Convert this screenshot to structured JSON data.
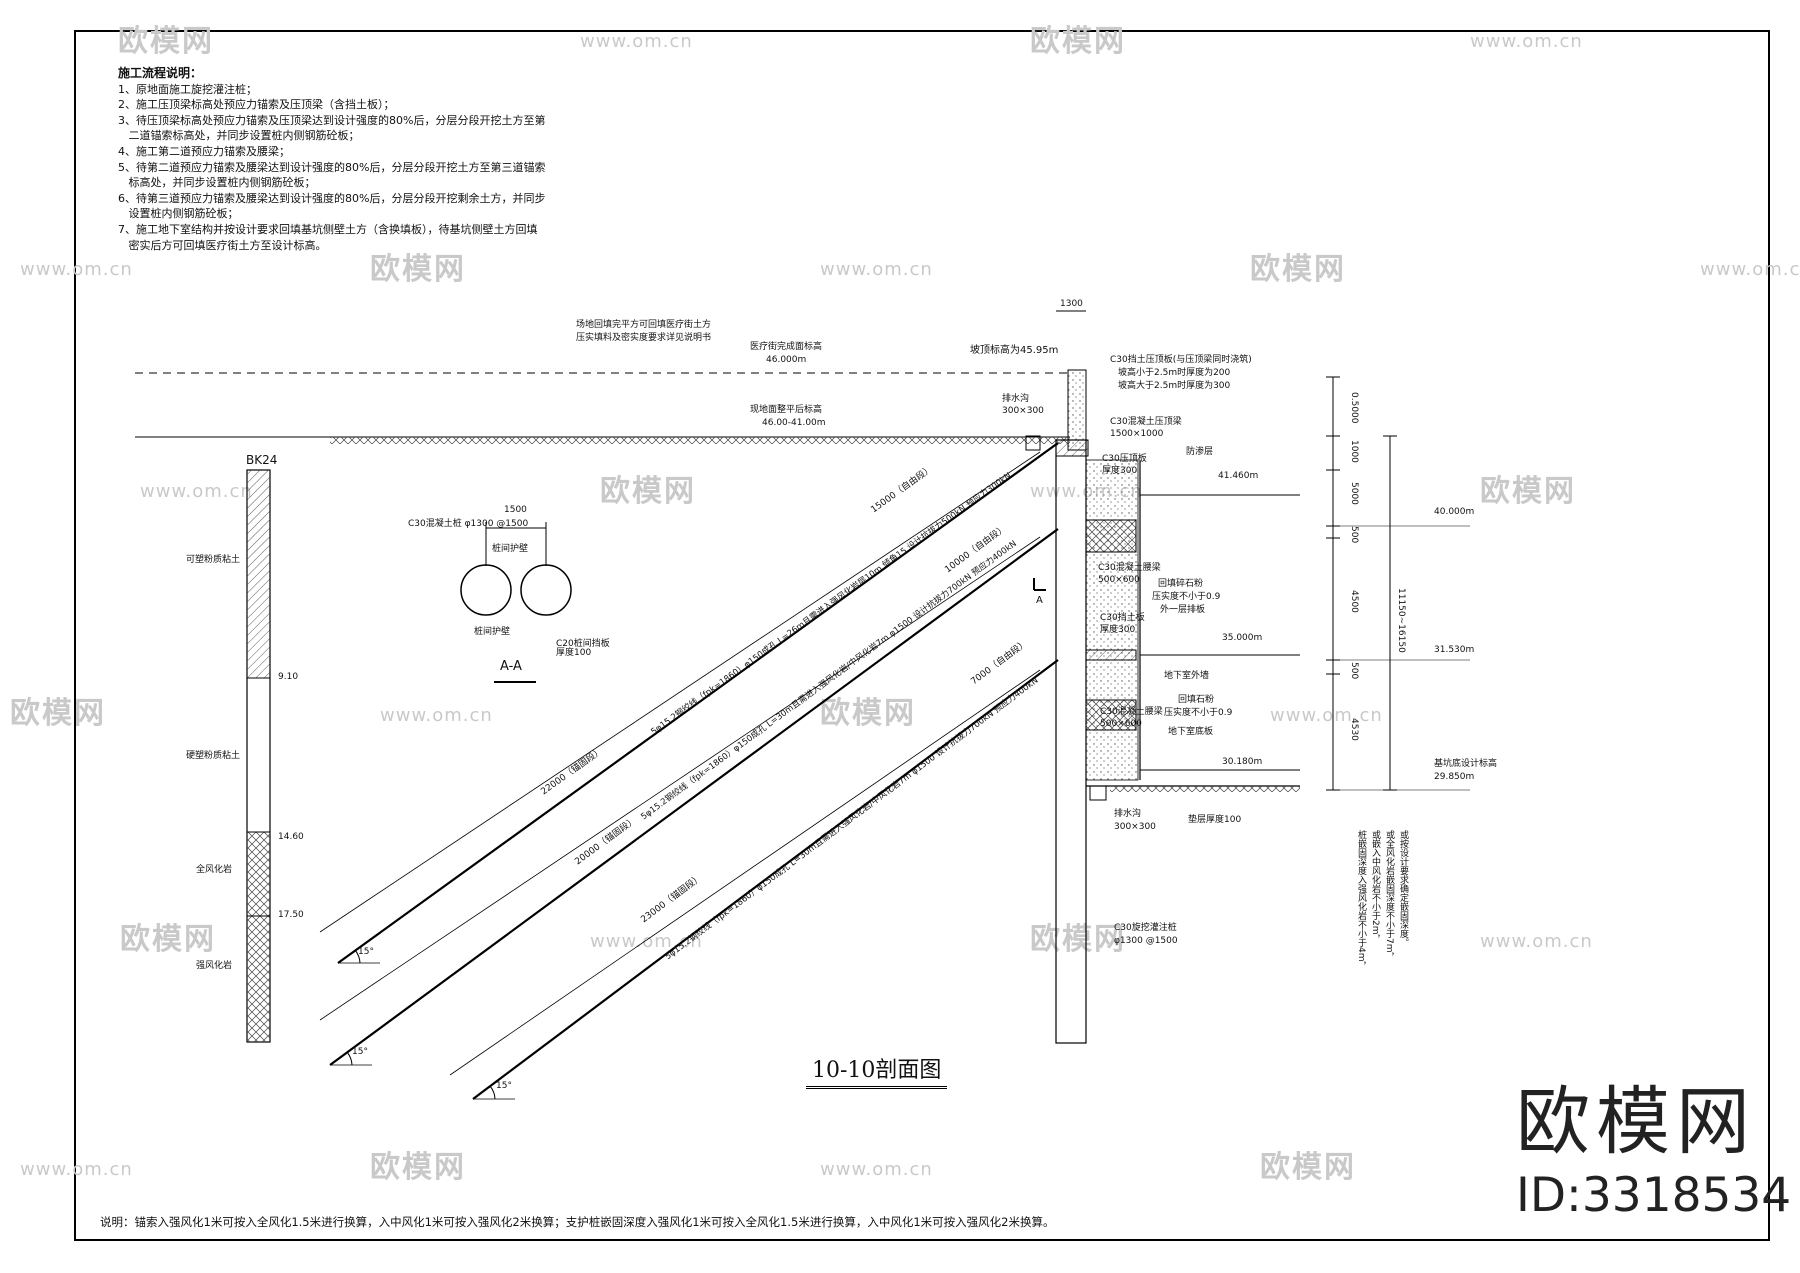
{
  "notes": {
    "title": "施工流程说明：",
    "lines": [
      "1、原地面施工旋挖灌注桩；",
      "2、施工压顶梁标高处预应力锚索及压顶梁（含挡土板）；",
      "3、待压顶梁标高处预应力锚索及压顶梁达到设计强度的80%后，分层分段开挖土方至第",
      "   二道锚索标高处，并同步设置桩内侧钢筋砼板；",
      "4、施工第二道预应力锚索及腰梁；",
      "5、待第二道预应力锚索及腰梁达到设计强度的80%后，分层分段开挖土方至第三道锚索",
      "   标高处，并同步设置桩内侧钢筋砼板；",
      "6、待第三道预应力锚索及腰梁达到设计强度的80%后，分层分段开挖剩余土方，并同步",
      "   设置桩内侧钢筋砼板；",
      "7、施工地下室结构并按设计要求回填基坑侧壁土方（含换填板），待基坑侧壁土方回填",
      "   密实后方可回填医疗街土方至设计标高。"
    ]
  },
  "drawing_title": "10-10剖面图",
  "footnote": "说明：锚索入强风化1米可按入全风化1.5米进行换算，入中风化1米可按入强风化2米换算；支护桩嵌固深度入强风化1米可按入全风化1.5米进行换算，入中风化1米可按入强风化2米换算。",
  "borehole": {
    "id": "BK24",
    "layers": [
      "可塑粉质粘土",
      "硬塑粉质粘土",
      "全风化岩",
      "强风化岩"
    ],
    "depths": [
      "9.10",
      "14.60",
      "17.50"
    ]
  },
  "section_aa": {
    "label": "A-A",
    "pile_note": "C30混凝土桩 φ1300 @1500",
    "spacing": "1500",
    "top_label": "桩间护壁",
    "bottom_label": "桩间护壁",
    "plate_note": "C20桩间挡板 厚度100"
  },
  "ground": {
    "top_note_1": "场地回填完平方可回填医疗街土方",
    "top_note_2": "压实填料及密实度要求详见说明书",
    "clinic_label": "医疗街完成面标高",
    "clinic_elev": "46.000m",
    "existing_label": "现地面整平后标高",
    "existing_elev": "46.00-41.00m",
    "crest_label": "坡顶标高为45.95m",
    "crest_width": "1300"
  },
  "wall": {
    "drain_top": "排水沟",
    "drain_top_size": "300×300",
    "cap_beam": "C30挡土压顶板(与压顶梁同时浇筑)",
    "cap_note1": "坡高小于2.5m时厚度为200",
    "cap_note2": "坡高大于2.5m时厚度为300",
    "top_beam": "C30混凝土压顶梁",
    "top_beam_size": "1500×1000",
    "slab_top": "C30压顶板",
    "slab_top_thk": "厚度300",
    "backfill": "防渗层",
    "waler1": "C30混凝土腰梁",
    "waler1_size": "500×600",
    "backfill_note1": "回填碎石粉",
    "backfill_note2": "压实度不小于0.9",
    "backfill_note3": "外一层排板",
    "slab_mid": "C30挡土板",
    "slab_mid_thk": "厚度300",
    "outer_wall": "地下室外墙",
    "fill2": "回填石粉",
    "fill2_note": "压实度不小于0.9",
    "waler2": "C30混凝土腰梁",
    "waler2_size": "500×600",
    "floor_slab": "地下室底板",
    "drain_bot": "排水沟",
    "drain_bot_size": "300×300",
    "bedding": "垫层厚度100",
    "pile_label": "C30旋挖灌注桩",
    "pile_size": "φ1300 @1500",
    "section_mark": "A",
    "elev_1": "41.460m",
    "elev_2": "35.000m",
    "elev_3": "30.180m"
  },
  "anchors": [
    {
      "free": "15000（自由段）",
      "bond": "22000（锚固段）",
      "spec": "5φ15.2钢绞线（fpk=1860）φ150成孔 L=26m且需进入强风化岩层10m 倾角15 设计抗拔力500kN 预应力300kN",
      "angle": "15°"
    },
    {
      "free": "10000（自由段）",
      "bond": "20000（锚固段）",
      "spec": "5φ15.2钢绞线（fpk=1860）φ150成孔 L=30m且需进入强风化岩/中风化岩7m φ1500 设计抗拔力700kN 预应力400kN",
      "angle": "15°"
    },
    {
      "free": "7000（自由段）",
      "bond": "23000（锚固段）",
      "spec": "5φ15.2钢绞线（fpk=1860）φ150成孔 L=30m且需进入强风化岩/中风化岩7m φ1500 设计抗拔力700kN 预应力400kN",
      "angle": "15°"
    }
  ],
  "right_dims": {
    "d1": "0.5000",
    "d2": "1000",
    "d3": "5000",
    "d4": "500",
    "d5": "4500",
    "d6": "500",
    "d7": "4530",
    "total": "11150~16150",
    "elev_top": "40.000m",
    "elev_mid": "31.530m",
    "elev_bot_label": "基坑底设计标高",
    "elev_bot": "29.850m"
  },
  "pile_note_lines": [
    "桩嵌固深度入强风化岩不小于4m，",
    "或嵌入中风化岩不小于2m，",
    "或全风化岩嵌固深度不小于7m，",
    "或按设计要求确定嵌固深度。"
  ],
  "watermark": {
    "brand": "欧模网",
    "id": "ID:3318534",
    "tile": "欧模网",
    "url": "www.om.cn"
  }
}
